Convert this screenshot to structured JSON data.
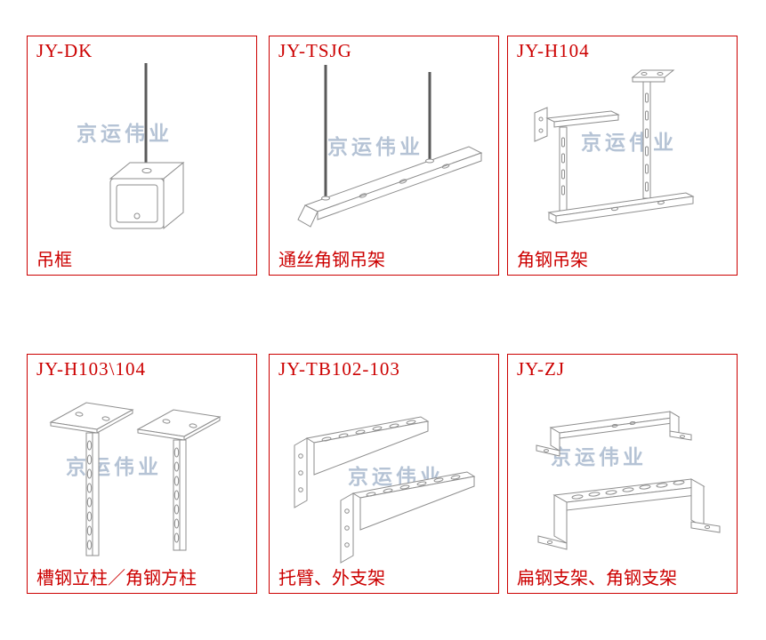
{
  "page": {
    "watermark": "京运伟业",
    "accent_color": "#cc0000",
    "watermark_color": "#a8b8ce",
    "line_color": "#8e8e8e"
  },
  "panels": [
    {
      "code": "JY-DK",
      "caption": "吊框",
      "drawing": "hanging-frame"
    },
    {
      "code": "JY-TSJG",
      "caption": "通丝角钢吊架",
      "drawing": "threaded-rod-angle-steel-hanger"
    },
    {
      "code": "JY-H104",
      "caption": "角钢吊架",
      "drawing": "angle-steel-hanger"
    },
    {
      "code": "JY-H103\\104",
      "caption": "槽钢立柱／角钢方柱",
      "drawing": "channel-steel-columns"
    },
    {
      "code": "JY-TB102-103",
      "caption": "托臂、外支架",
      "drawing": "cantilever-arm-brackets"
    },
    {
      "code": "JY-ZJ",
      "caption": "扁钢支架、角钢支架",
      "drawing": "flat-and-angle-steel-brackets"
    }
  ]
}
